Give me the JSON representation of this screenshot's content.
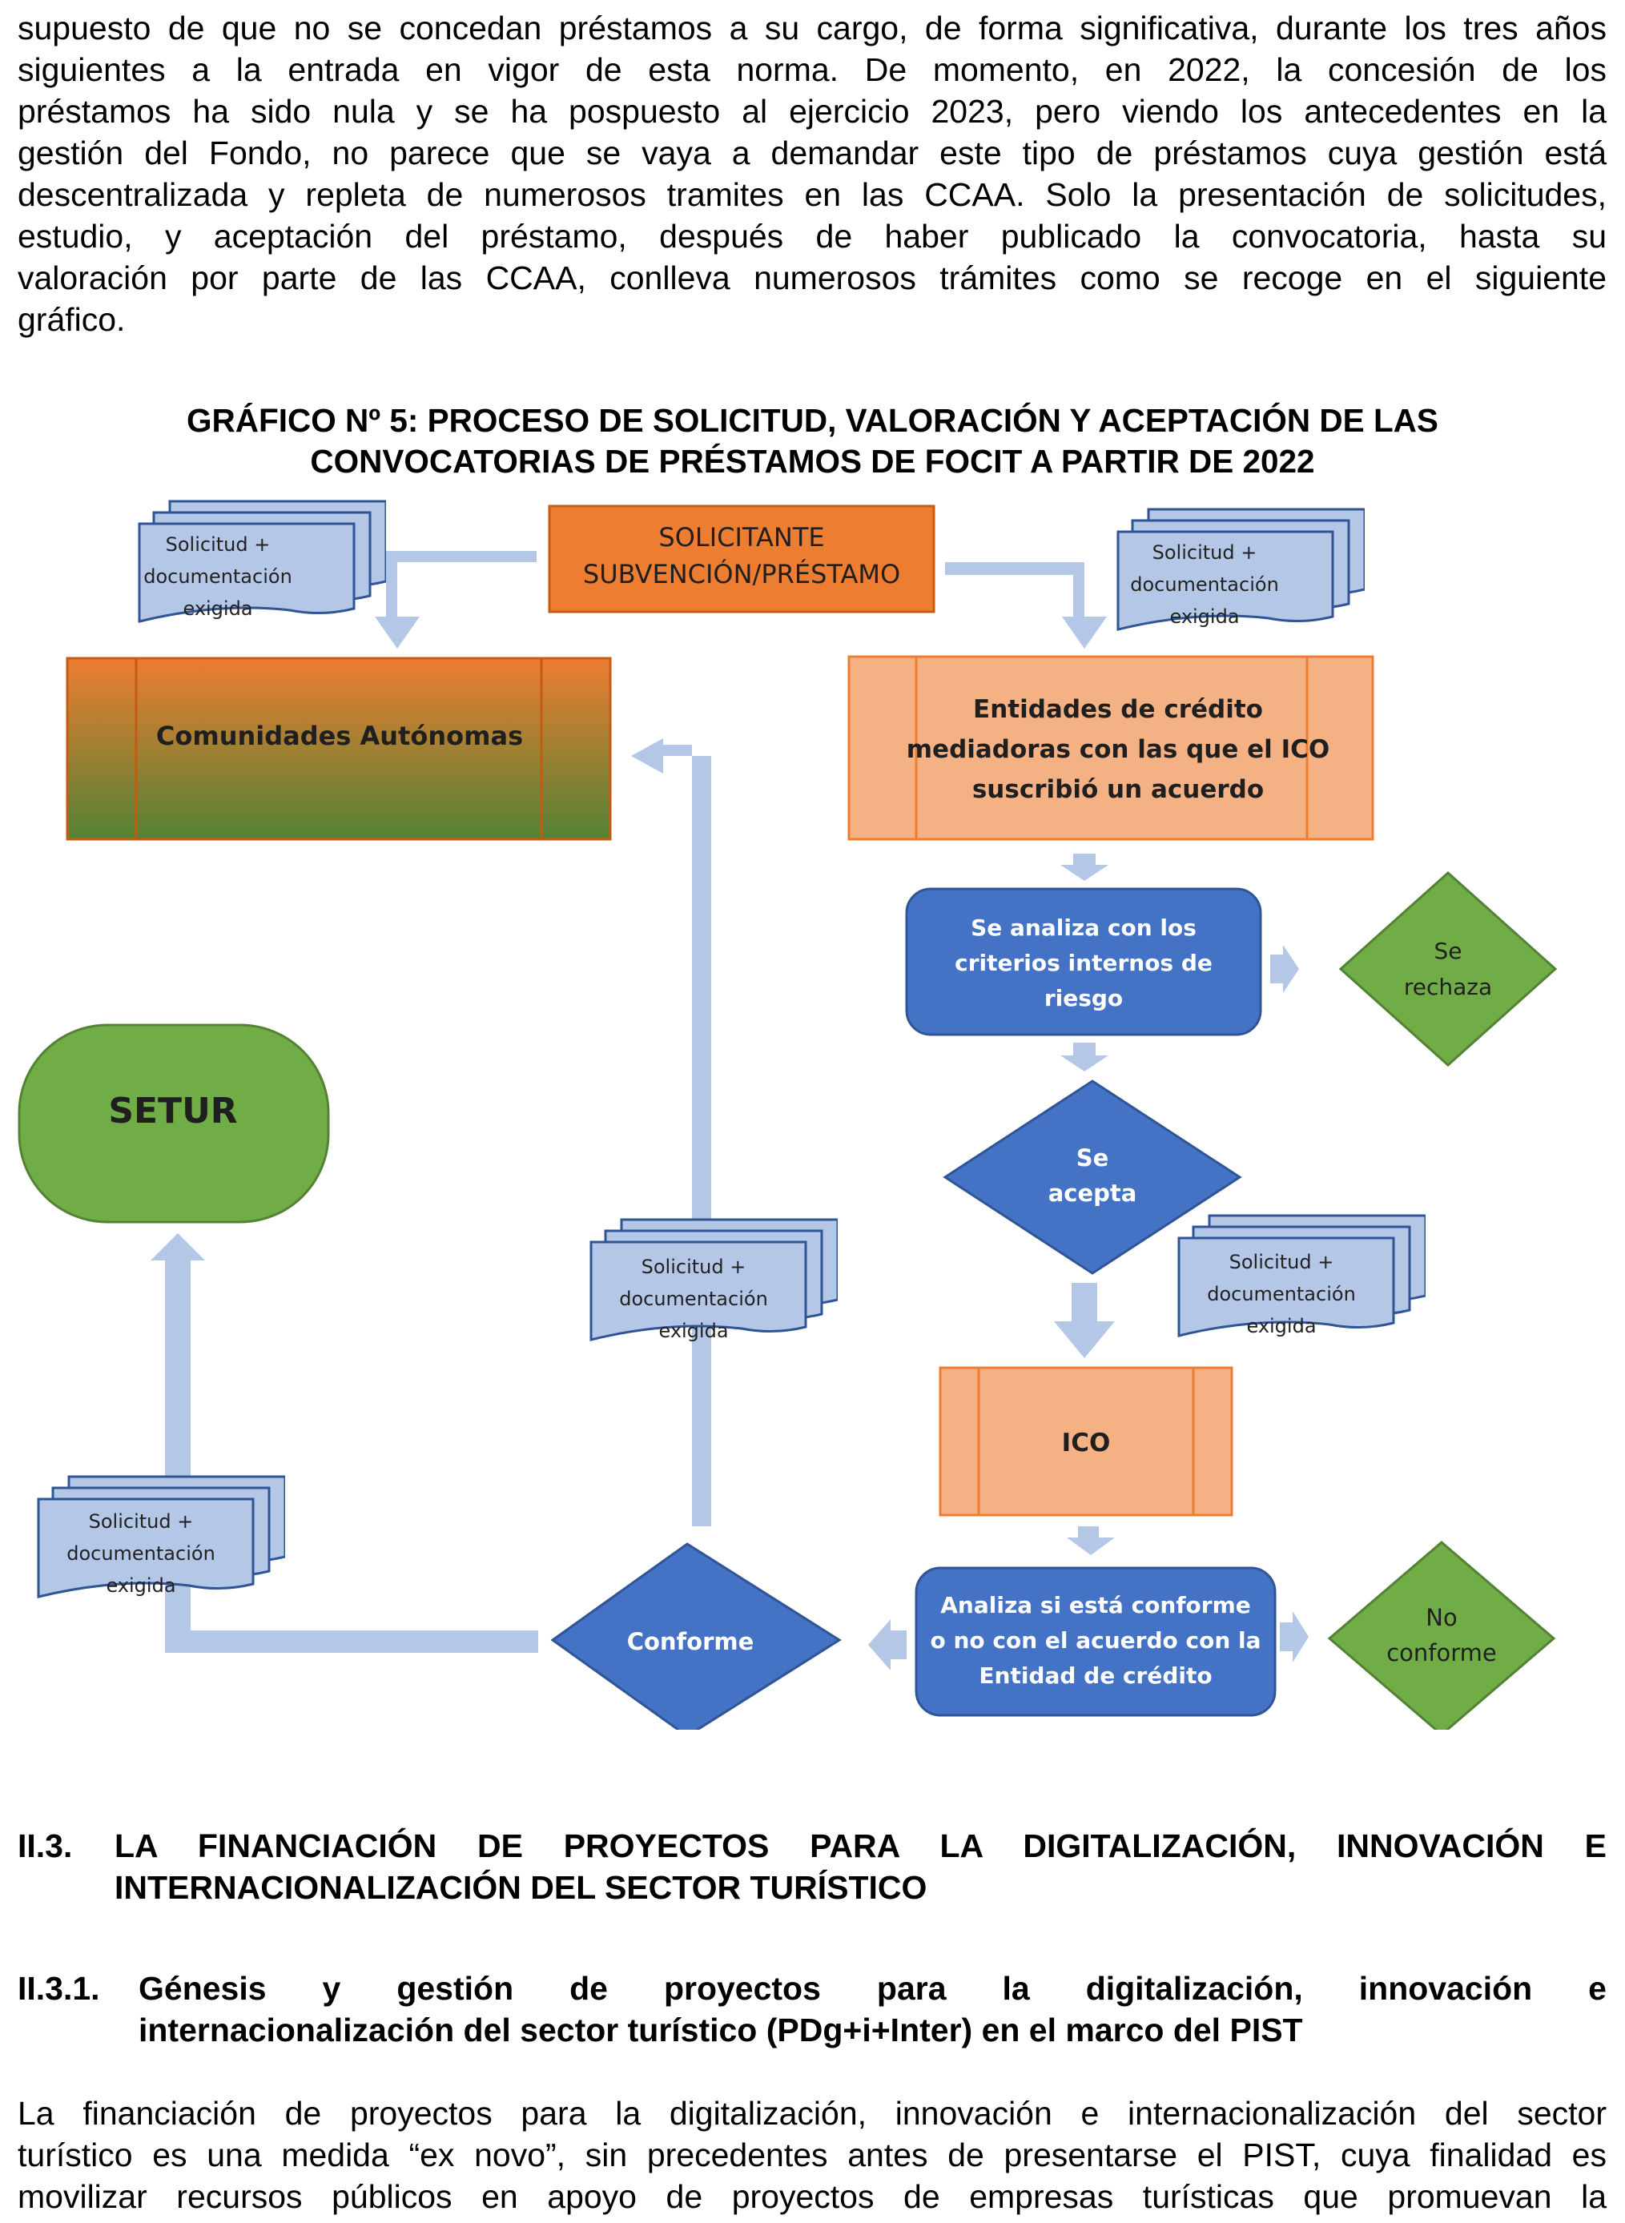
{
  "intro": {
    "lines": [
      "supuesto de que no se concedan préstamos a su cargo, de forma significativa, durante los tres años",
      "siguientes a la entrada en vigor de esta norma. De momento, en 2022, la concesión de los",
      "préstamos ha sido nula y se ha pospuesto al ejercicio 2023, pero viendo los antecedentes en la",
      "gestión del Fondo, no parece que se vaya a demandar este tipo de préstamos cuya gestión está",
      "descentralizada y repleta de numerosos tramites en las CCAA. Solo la presentación de solicitudes,",
      "estudio, y aceptación del préstamo, después de haber publicado la convocatoria, hasta su",
      "valoración por parte de las CCAA, conlleva numerosos trámites como se recoge en el siguiente",
      "gráfico."
    ]
  },
  "figure": {
    "title_line1": "GRÁFICO Nº 5: PROCESO DE SOLICITUD, VALORACIÓN Y ACEPTACIÓN DE LAS",
    "title_line2": "CONVOCATORIAS DE PRÉSTAMOS DE FOCIT A PARTIR DE 2022"
  },
  "diagram": {
    "solicitante_line1": "SOLICITANTE",
    "solicitante_line2": "SUBVENCIÓN/PRÉSTAMO",
    "doc_line1": "Solicitud +",
    "doc_line2": "documentación",
    "doc_line3": "exigida",
    "ccaa": "Comunidades Autónomas",
    "entidades_line1": "Entidades de crédito",
    "entidades_line2": "mediadoras con las que el ICO",
    "entidades_line3": "suscribió un acuerdo",
    "analiza1_line1": "Se analiza con los",
    "analiza1_line2": "criterios internos de",
    "analiza1_line3": "riesgo",
    "rechaza_line1": "Se",
    "rechaza_line2": "rechaza",
    "acepta_line1": "Se",
    "acepta_line2": "acepta",
    "setur": "SETUR",
    "ico": "ICO",
    "analiza2_line1": "Analiza si está conforme",
    "analiza2_line2": "o no con el acuerdo con la",
    "analiza2_line3": "Entidad de crédito",
    "conforme": "Conforme",
    "noconforme_line1": "No",
    "noconforme_line2": "conforme",
    "colors": {
      "orange": "#ED7D31",
      "light_orange": "#F4B183",
      "blue": "#4472C4",
      "green": "#70AD47",
      "doc_fill": "#B4C7E7",
      "arrow": "#B4C7E7"
    }
  },
  "section_2_3": {
    "number": "II.3.",
    "title_line1": "LA FINANCIACIÓN DE PROYECTOS PARA LA DIGITALIZACIÓN, INNOVACIÓN E",
    "title_line2": "INTERNACIONALIZACIÓN DEL SECTOR TURÍSTICO"
  },
  "section_2_3_1": {
    "number": "II.3.1.",
    "title_line1": "Génesis y gestión de proyectos para la digitalización, innovación e",
    "title_line2": "internacionalización del sector turístico (PDg+i+Inter) en el marco del PIST"
  },
  "body": {
    "lines": [
      "La financiación de proyectos para la digitalización, innovación e internacionalización del sector",
      "turístico es una medida “ex novo”, sin precedentes antes de presentarse el PIST, cuya finalidad es",
      "movilizar recursos públicos en apoyo de proyectos de empresas turísticas que promuevan la"
    ]
  }
}
